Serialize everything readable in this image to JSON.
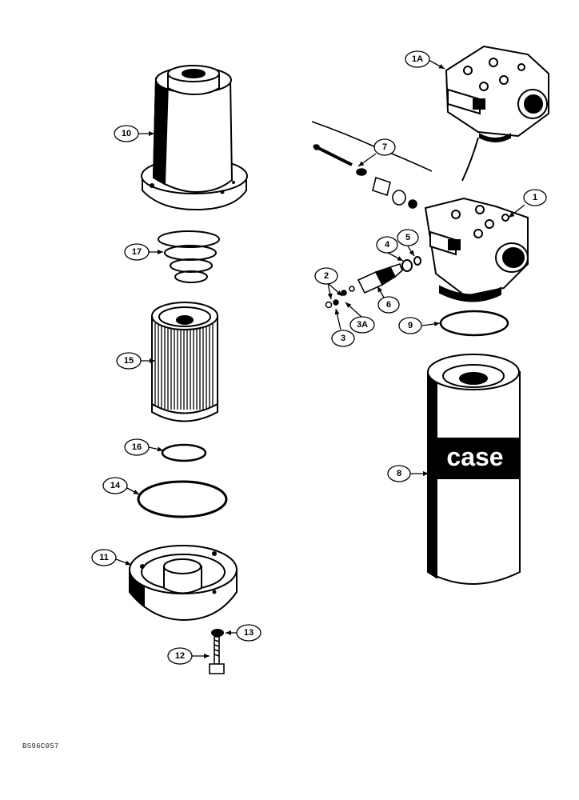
{
  "figure_code": "BS96C057",
  "callouts": [
    {
      "id": "c1A",
      "label": "1A"
    },
    {
      "id": "c1",
      "label": "1"
    },
    {
      "id": "c2",
      "label": "2"
    },
    {
      "id": "c3",
      "label": "3"
    },
    {
      "id": "c3A",
      "label": "3A"
    },
    {
      "id": "c4",
      "label": "4"
    },
    {
      "id": "c5",
      "label": "5"
    },
    {
      "id": "c6",
      "label": "6"
    },
    {
      "id": "c7",
      "label": "7"
    },
    {
      "id": "c8",
      "label": "8"
    },
    {
      "id": "c9",
      "label": "9"
    },
    {
      "id": "c10",
      "label": "10"
    },
    {
      "id": "c11",
      "label": "11"
    },
    {
      "id": "c12",
      "label": "12"
    },
    {
      "id": "c13",
      "label": "13"
    },
    {
      "id": "c14",
      "label": "14"
    },
    {
      "id": "c15",
      "label": "15"
    },
    {
      "id": "c16",
      "label": "16"
    },
    {
      "id": "c17",
      "label": "17"
    }
  ],
  "filter_brand_text": "case"
}
